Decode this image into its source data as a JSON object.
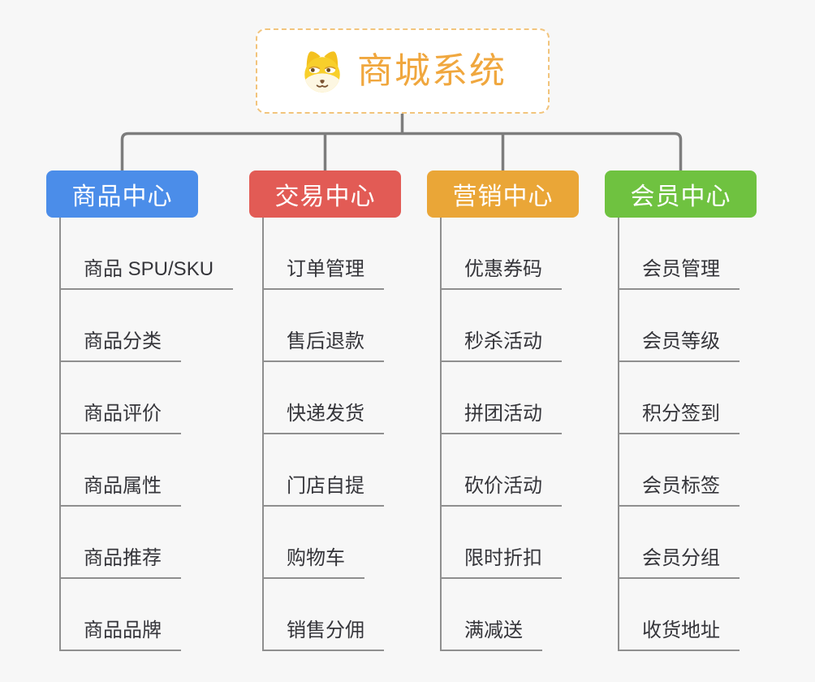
{
  "page": {
    "background_color": "#f7f7f7"
  },
  "connector_color": "#7d7d7d",
  "leaf_line_color": "#8f8f8f",
  "root": {
    "title": "商城系统",
    "icon": "dog-face-icon",
    "accent_color": "#f0a73e",
    "border_color": "#f2c47c"
  },
  "branches": [
    {
      "slug": "product-center",
      "label": "商品中心",
      "color": "#4b8de9",
      "children": [
        "商品 SPU/SKU",
        "商品分类",
        "商品评价",
        "商品属性",
        "商品推荐",
        "商品品牌"
      ]
    },
    {
      "slug": "trade-center",
      "label": "交易中心",
      "color": "#e25b55",
      "children": [
        "订单管理",
        "售后退款",
        "快递发货",
        "门店自提",
        "购物车",
        "销售分佣"
      ]
    },
    {
      "slug": "marketing-center",
      "label": "营销中心",
      "color": "#eaa637",
      "children": [
        "优惠券码",
        "秒杀活动",
        "拼团活动",
        "砍价活动",
        "限时折扣",
        "满减送"
      ]
    },
    {
      "slug": "member-center",
      "label": "会员中心",
      "color": "#6fc240",
      "children": [
        "会员管理",
        "会员等级",
        "积分签到",
        "会员标签",
        "会员分组",
        "收货地址"
      ]
    }
  ]
}
